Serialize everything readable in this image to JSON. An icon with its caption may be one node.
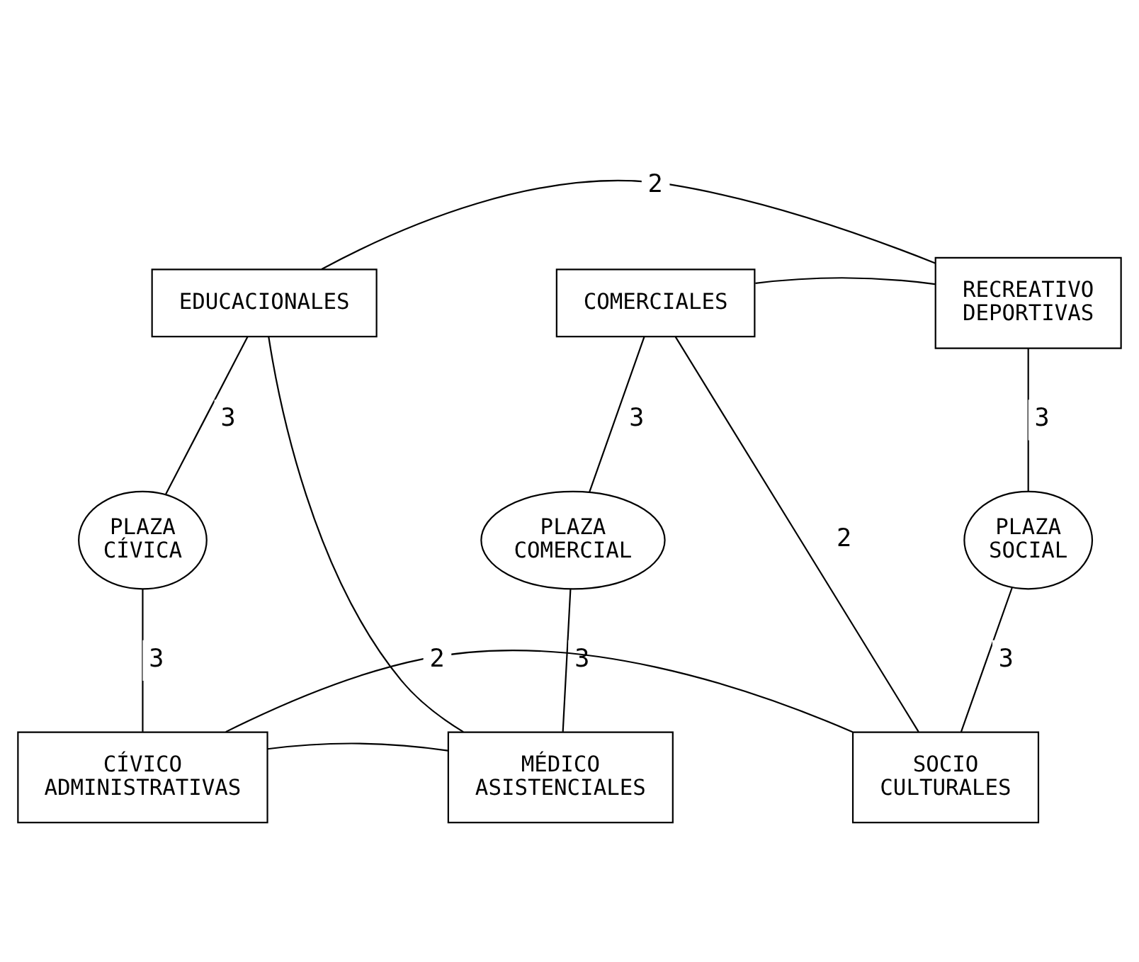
{
  "diagram": {
    "nodes": [
      {
        "text": [
          "EDUCACIONALES"
        ]
      },
      {
        "text": [
          "COMERCIALES"
        ]
      },
      {
        "text": [
          "RECREATIVO DEPORTIVAS"
        ]
      },
      {
        "text": [
          "PLAZA CÍVICA"
        ]
      },
      {
        "text": [
          "PLAZA COMERCIAL"
        ]
      },
      {
        "text": [
          "PLAZA SOCIAL"
        ]
      },
      {
        "text": [
          "CÍVICO ADMINISTRATIVAS"
        ]
      },
      {
        "text": [
          "MÉDICO ASISTENCIALES"
        ]
      },
      {
        "text": [
          "SOCIO CULTURALES"
        ]
      }
    ],
    "edges": [
      {
        "from": 0,
        "to": 2,
        "arrow": "none",
        "label": "2"
      },
      {
        "from": 0,
        "to": 3,
        "arrow": "none",
        "label": "3"
      },
      {
        "from": 0,
        "to": 7,
        "arrow": "none"
      },
      {
        "from": 1,
        "to": 2,
        "arrow": "none"
      },
      {
        "from": 1,
        "to": 4,
        "arrow": "none",
        "label": "3"
      },
      {
        "from": 1,
        "to": 8,
        "arrow": "none",
        "label": "2"
      },
      {
        "from": 2,
        "to": 5,
        "arrow": "none",
        "label": "3"
      },
      {
        "from": 3,
        "to": 6,
        "arrow": "none",
        "label": "3"
      },
      {
        "from": 4,
        "to": 7,
        "arrow": "none",
        "label": "3"
      },
      {
        "from": 5,
        "to": 8,
        "arrow": "none",
        "label": "3"
      },
      {
        "from": 6,
        "to": 7,
        "arrow": "none"
      },
      {
        "from": 6,
        "to": 8,
        "arrow": "none",
        "label": "2"
      }
    ]
  }
}
